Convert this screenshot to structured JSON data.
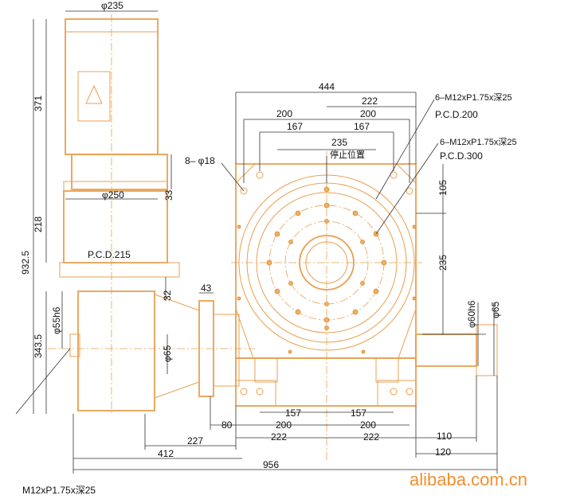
{
  "colors": {
    "line": "#e8a050",
    "dim": "#333333",
    "hole": "#f0b060",
    "watermark": "#f09030"
  },
  "left": {
    "motor_dia": "φ235",
    "h_371": "371",
    "h_218": "218",
    "h_932": "932.5",
    "h_33": "33",
    "dia_250": "φ250",
    "pcd_215": "P.C.D.215",
    "d_55h6": "φ55h6",
    "h_343": "343.5",
    "d_65": "φ65",
    "w_43": "43",
    "h_32": "32",
    "thread_bottom": "M12xP1.75x深25"
  },
  "right": {
    "w_444": "444",
    "w_200a": "200",
    "w_222a": "222",
    "w_167a": "167",
    "w_167b": "167",
    "w_200b": "200",
    "w_235": "235",
    "stop_pos": "停止位置",
    "hole_8": "8– φ18",
    "thread1": "6–M12xP1.75x深25",
    "pcd200": "P.C.D.200",
    "thread2": "6–M12xP1.75x深25",
    "pcd300": "P.C.D.300",
    "v_105": "105",
    "v_235": "235",
    "d_60h6": "φ60h6",
    "d_65": "φ65"
  },
  "bottom": {
    "d_157a": "157",
    "d_157b": "157",
    "d_80": "80",
    "d_200a": "200",
    "d_200b": "200",
    "d_227": "227",
    "d_222a": "222",
    "d_222b": "222",
    "d_110": "110",
    "d_412": "412",
    "d_120": "120",
    "d_956": "956"
  },
  "watermark": "alibaba.com.cn"
}
